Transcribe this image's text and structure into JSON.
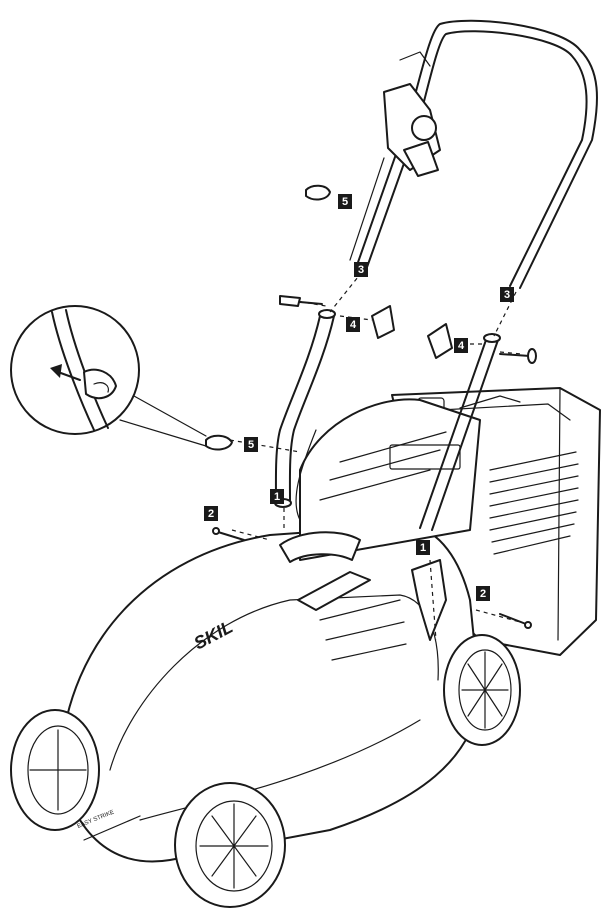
{
  "diagram": {
    "brand_logo": "SKIL",
    "deck_label": "EASY STRIKE",
    "callouts": [
      {
        "id": "c1a",
        "label": "1",
        "part": "lower-handle-left"
      },
      {
        "id": "c1b",
        "label": "1",
        "part": "lower-handle-right"
      },
      {
        "id": "c2a",
        "label": "2",
        "part": "screw-left"
      },
      {
        "id": "c2b",
        "label": "2",
        "part": "screw-right"
      },
      {
        "id": "c3a",
        "label": "3",
        "part": "upper-handle-left-joint"
      },
      {
        "id": "c3b",
        "label": "3",
        "part": "upper-handle-right-joint"
      },
      {
        "id": "c4a",
        "label": "4",
        "part": "knob-left"
      },
      {
        "id": "c4b",
        "label": "4",
        "part": "knob-right"
      },
      {
        "id": "c5a",
        "label": "5",
        "part": "cable-clip-upper"
      },
      {
        "id": "c5b",
        "label": "5",
        "part": "cable-clip-lower"
      }
    ]
  },
  "colors": {
    "line": "#1a1a1a",
    "background": "#ffffff"
  }
}
